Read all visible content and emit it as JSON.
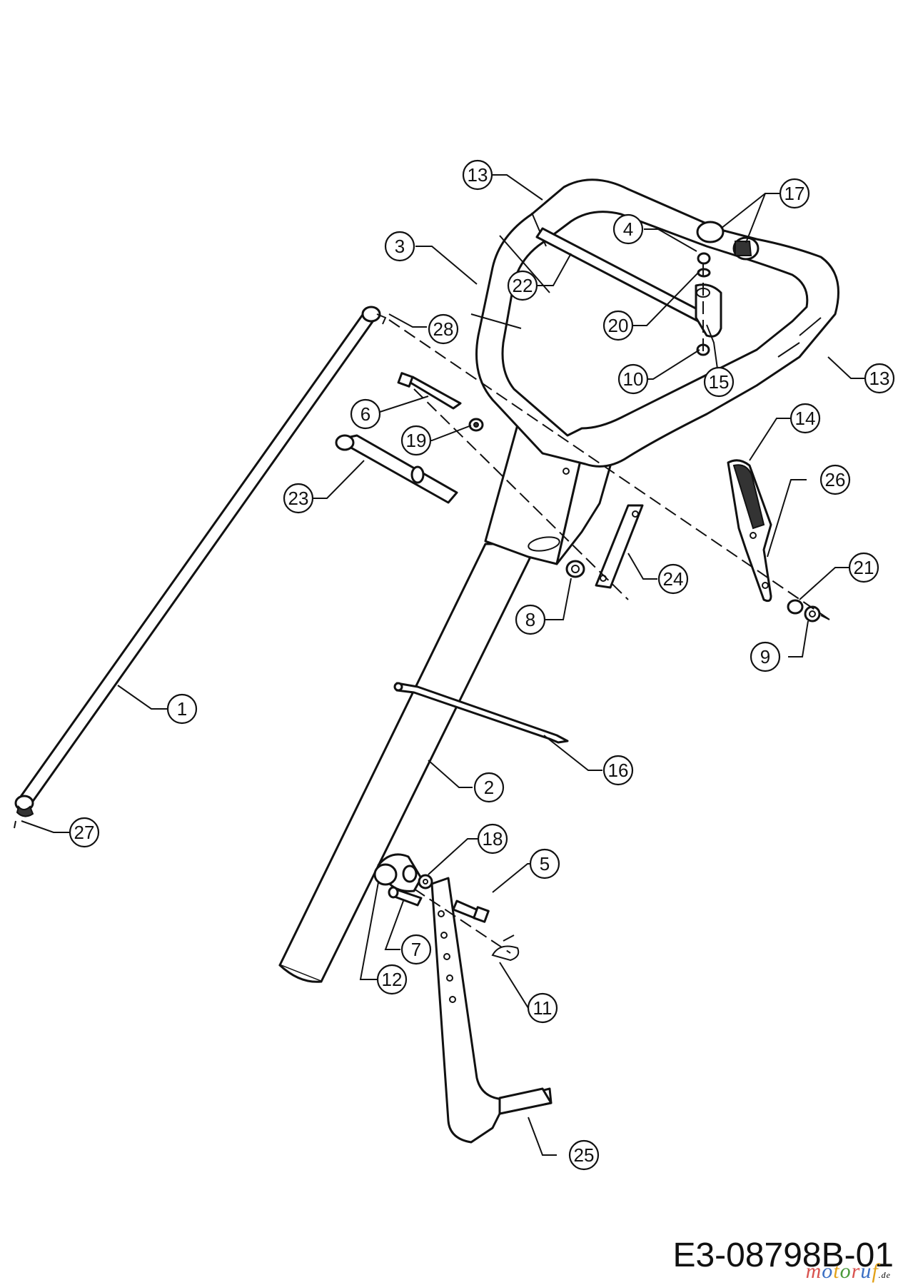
{
  "drawing_code": "E3-08798B-01",
  "watermark": {
    "text": "motoruf",
    "suffix": ".de",
    "colors": [
      "#d9534f",
      "#3a6fc4",
      "#e3a21a",
      "#4a9a3a"
    ]
  },
  "callouts": [
    {
      "id": "c1",
      "label": "1"
    },
    {
      "id": "c2",
      "label": "2"
    },
    {
      "id": "c3",
      "label": "3"
    },
    {
      "id": "c4",
      "label": "4"
    },
    {
      "id": "c5",
      "label": "5"
    },
    {
      "id": "c6",
      "label": "6"
    },
    {
      "id": "c7",
      "label": "7"
    },
    {
      "id": "c8",
      "label": "8"
    },
    {
      "id": "c9",
      "label": "9"
    },
    {
      "id": "c10",
      "label": "10"
    },
    {
      "id": "c11",
      "label": "11"
    },
    {
      "id": "c12",
      "label": "12"
    },
    {
      "id": "c13a",
      "label": "13"
    },
    {
      "id": "c13b",
      "label": "13"
    },
    {
      "id": "c14",
      "label": "14"
    },
    {
      "id": "c15",
      "label": "15"
    },
    {
      "id": "c16",
      "label": "16"
    },
    {
      "id": "c17",
      "label": "17"
    },
    {
      "id": "c18",
      "label": "18"
    },
    {
      "id": "c19",
      "label": "19"
    },
    {
      "id": "c20",
      "label": "20"
    },
    {
      "id": "c21",
      "label": "21"
    },
    {
      "id": "c22",
      "label": "22"
    },
    {
      "id": "c23",
      "label": "23"
    },
    {
      "id": "c24",
      "label": "24"
    },
    {
      "id": "c25",
      "label": "25"
    },
    {
      "id": "c26",
      "label": "26"
    },
    {
      "id": "c27",
      "label": "27"
    },
    {
      "id": "c28",
      "label": "28"
    }
  ]
}
